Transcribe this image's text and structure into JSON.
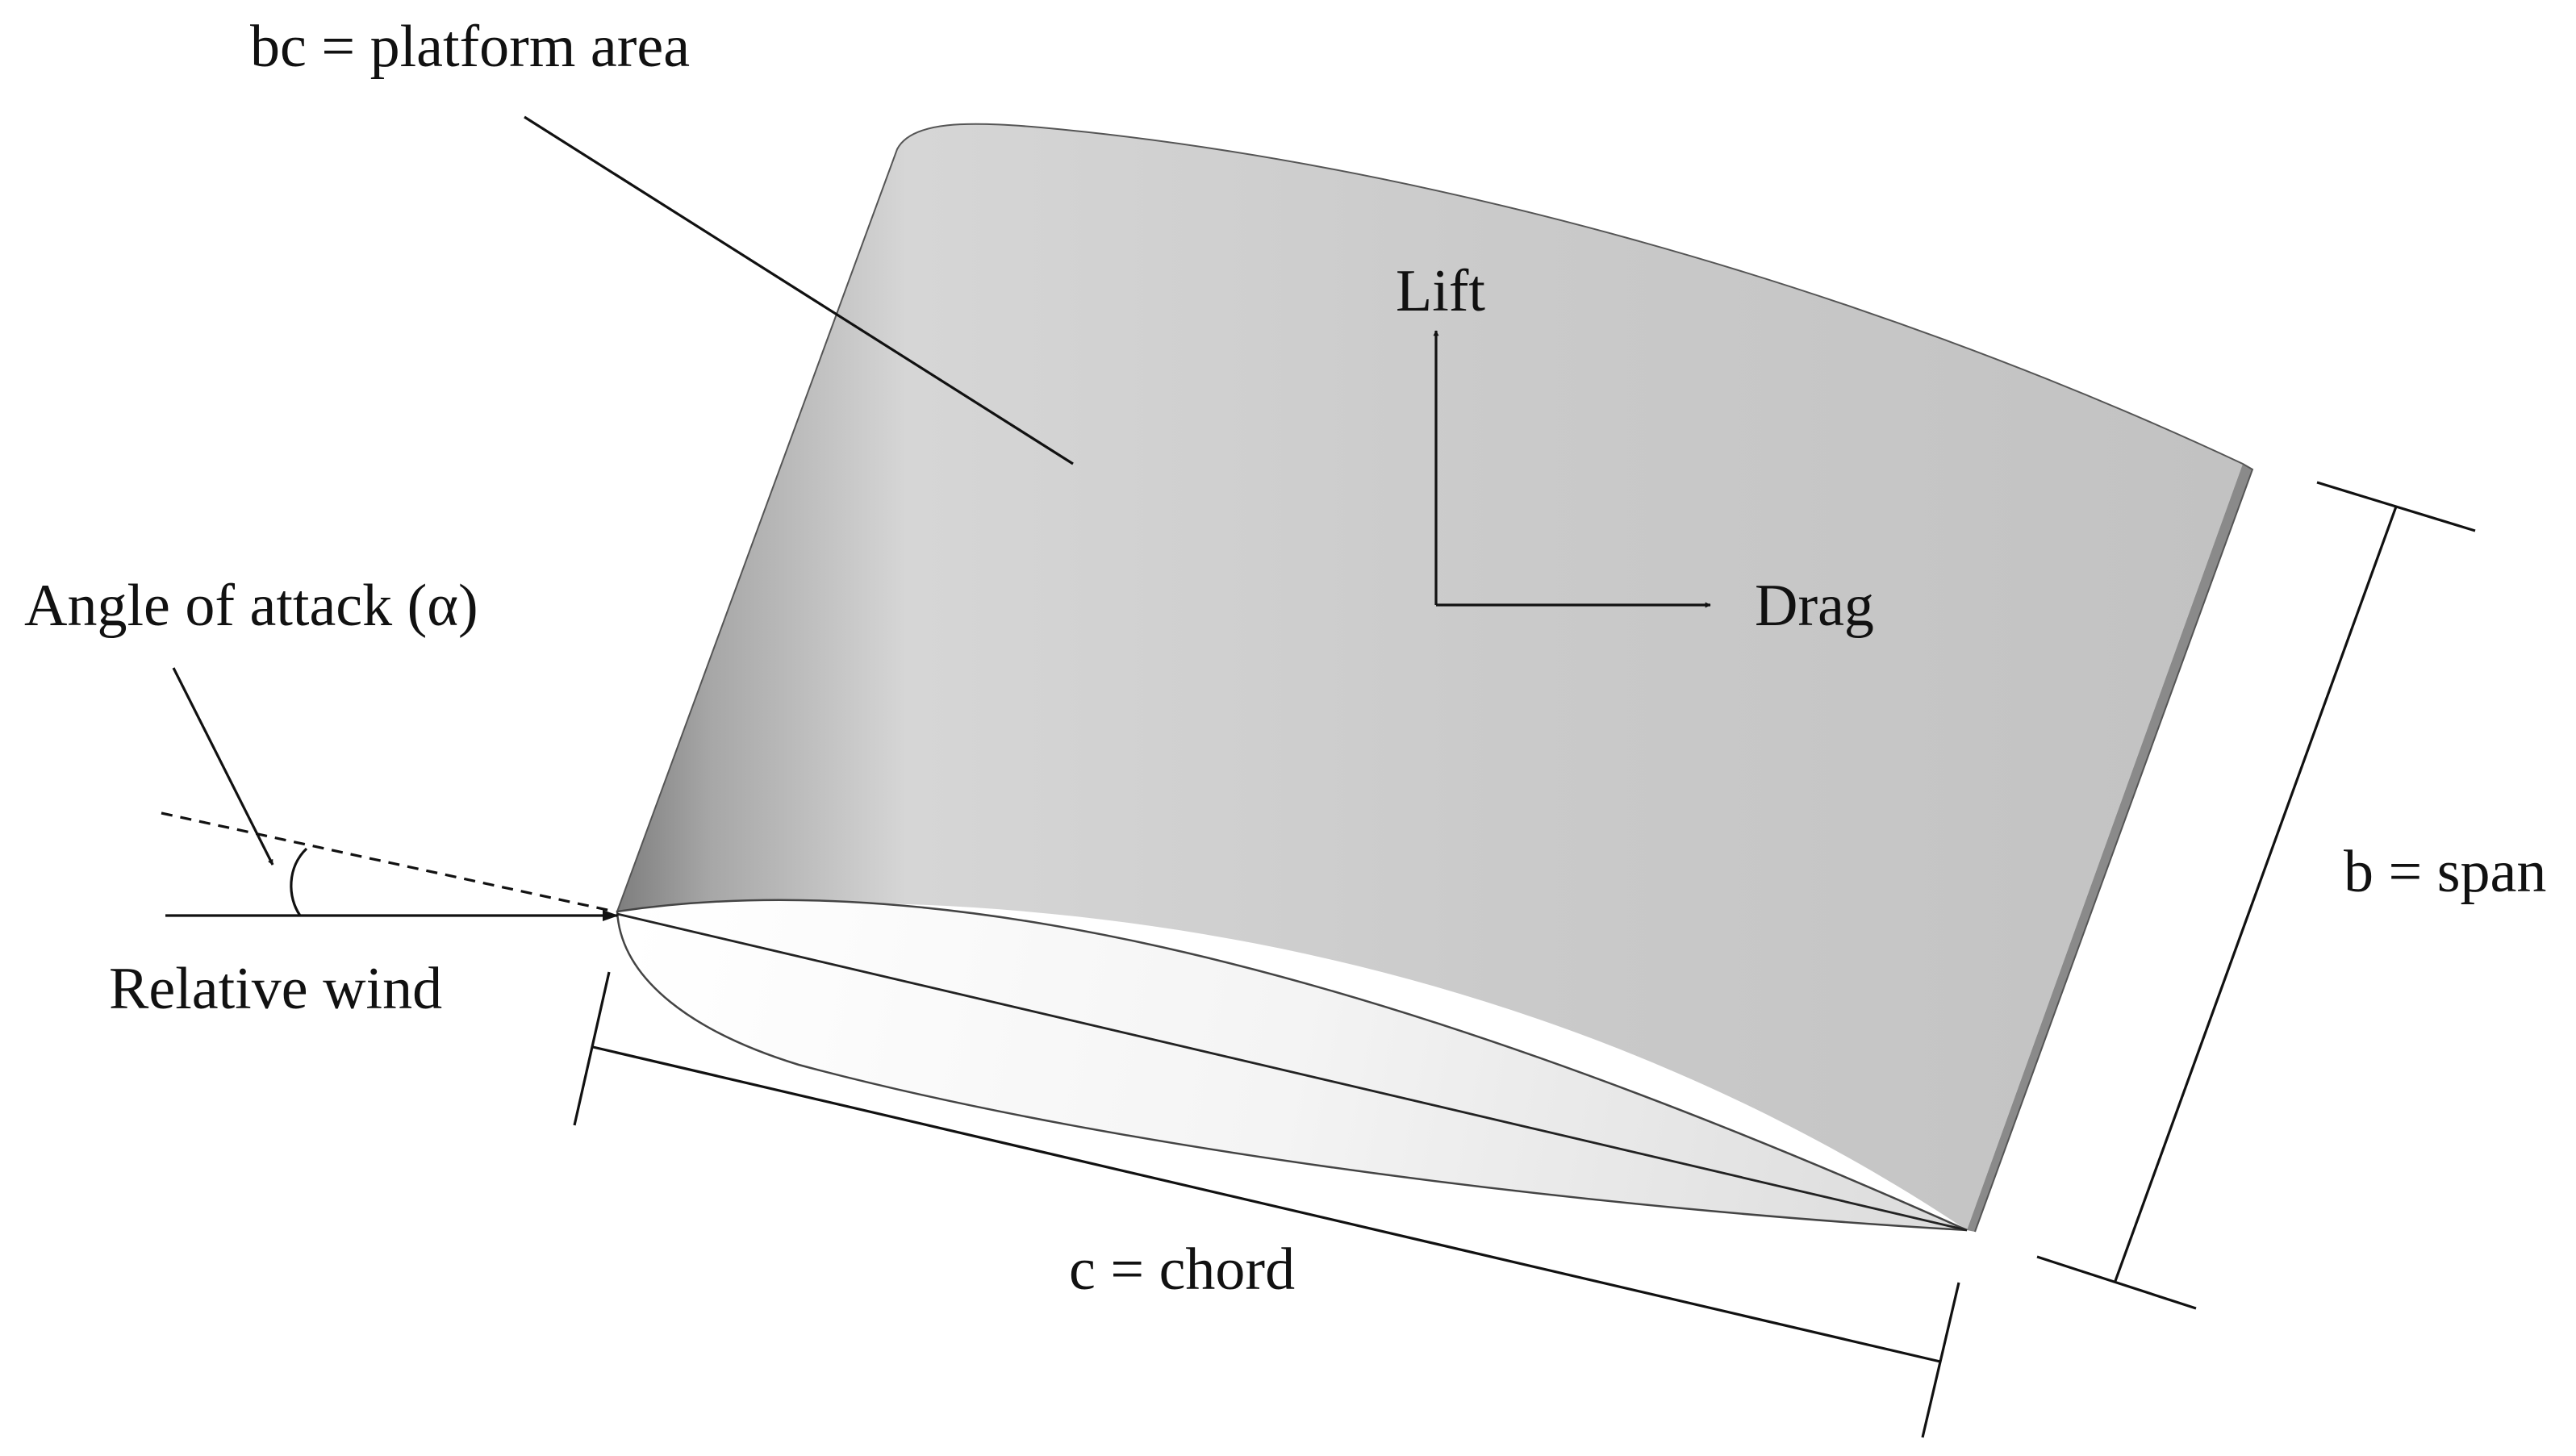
{
  "labels": {
    "area": "bc = platform area",
    "lift": "Lift",
    "drag": "Drag",
    "angle": "Angle of attack (α)",
    "wind": "Relative wind",
    "span": "b = span",
    "chord": "c = chord"
  },
  "colors": {
    "surface_light": "#d6d6d6",
    "surface_mid": "#c4c4c4",
    "surface_dark": "#7c7c7c",
    "underside": "#f5f5f5",
    "line": "#111111"
  }
}
